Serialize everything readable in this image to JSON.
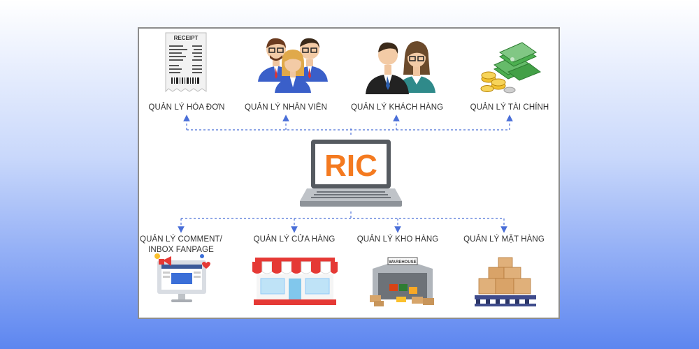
{
  "center": {
    "brand": "RIC"
  },
  "top_items": [
    {
      "label": "QUẢN LÝ HÓA ĐƠN",
      "icon": "receipt-icon",
      "receipt_heading": "RECEIPT"
    },
    {
      "label": "QUẢN LÝ NHÂN VIÊN",
      "icon": "employees-icon"
    },
    {
      "label": "QUẢN LÝ KHÁCH HÀNG",
      "icon": "customers-icon"
    },
    {
      "label": "QUẢN LÝ TÀI CHÍNH",
      "icon": "money-icon"
    }
  ],
  "bottom_items": [
    {
      "label_line1": "QUẢN LÝ COMMENT/",
      "label_line2": "INBOX FANPAGE",
      "icon": "fanpage-icon"
    },
    {
      "label": "QUẢN LÝ CỬA HÀNG",
      "icon": "store-icon"
    },
    {
      "label": "QUẢN LÝ KHO HÀNG",
      "icon": "warehouse-icon",
      "warehouse_sign": "WAREHOUSE"
    },
    {
      "label": "QUẢN LÝ MẶT HÀNG",
      "icon": "goods-boxes-icon"
    }
  ],
  "colors": {
    "brand_orange": "#f47a20",
    "connector_blue": "#4a6fd8",
    "page_blue": "#5d86f0"
  }
}
